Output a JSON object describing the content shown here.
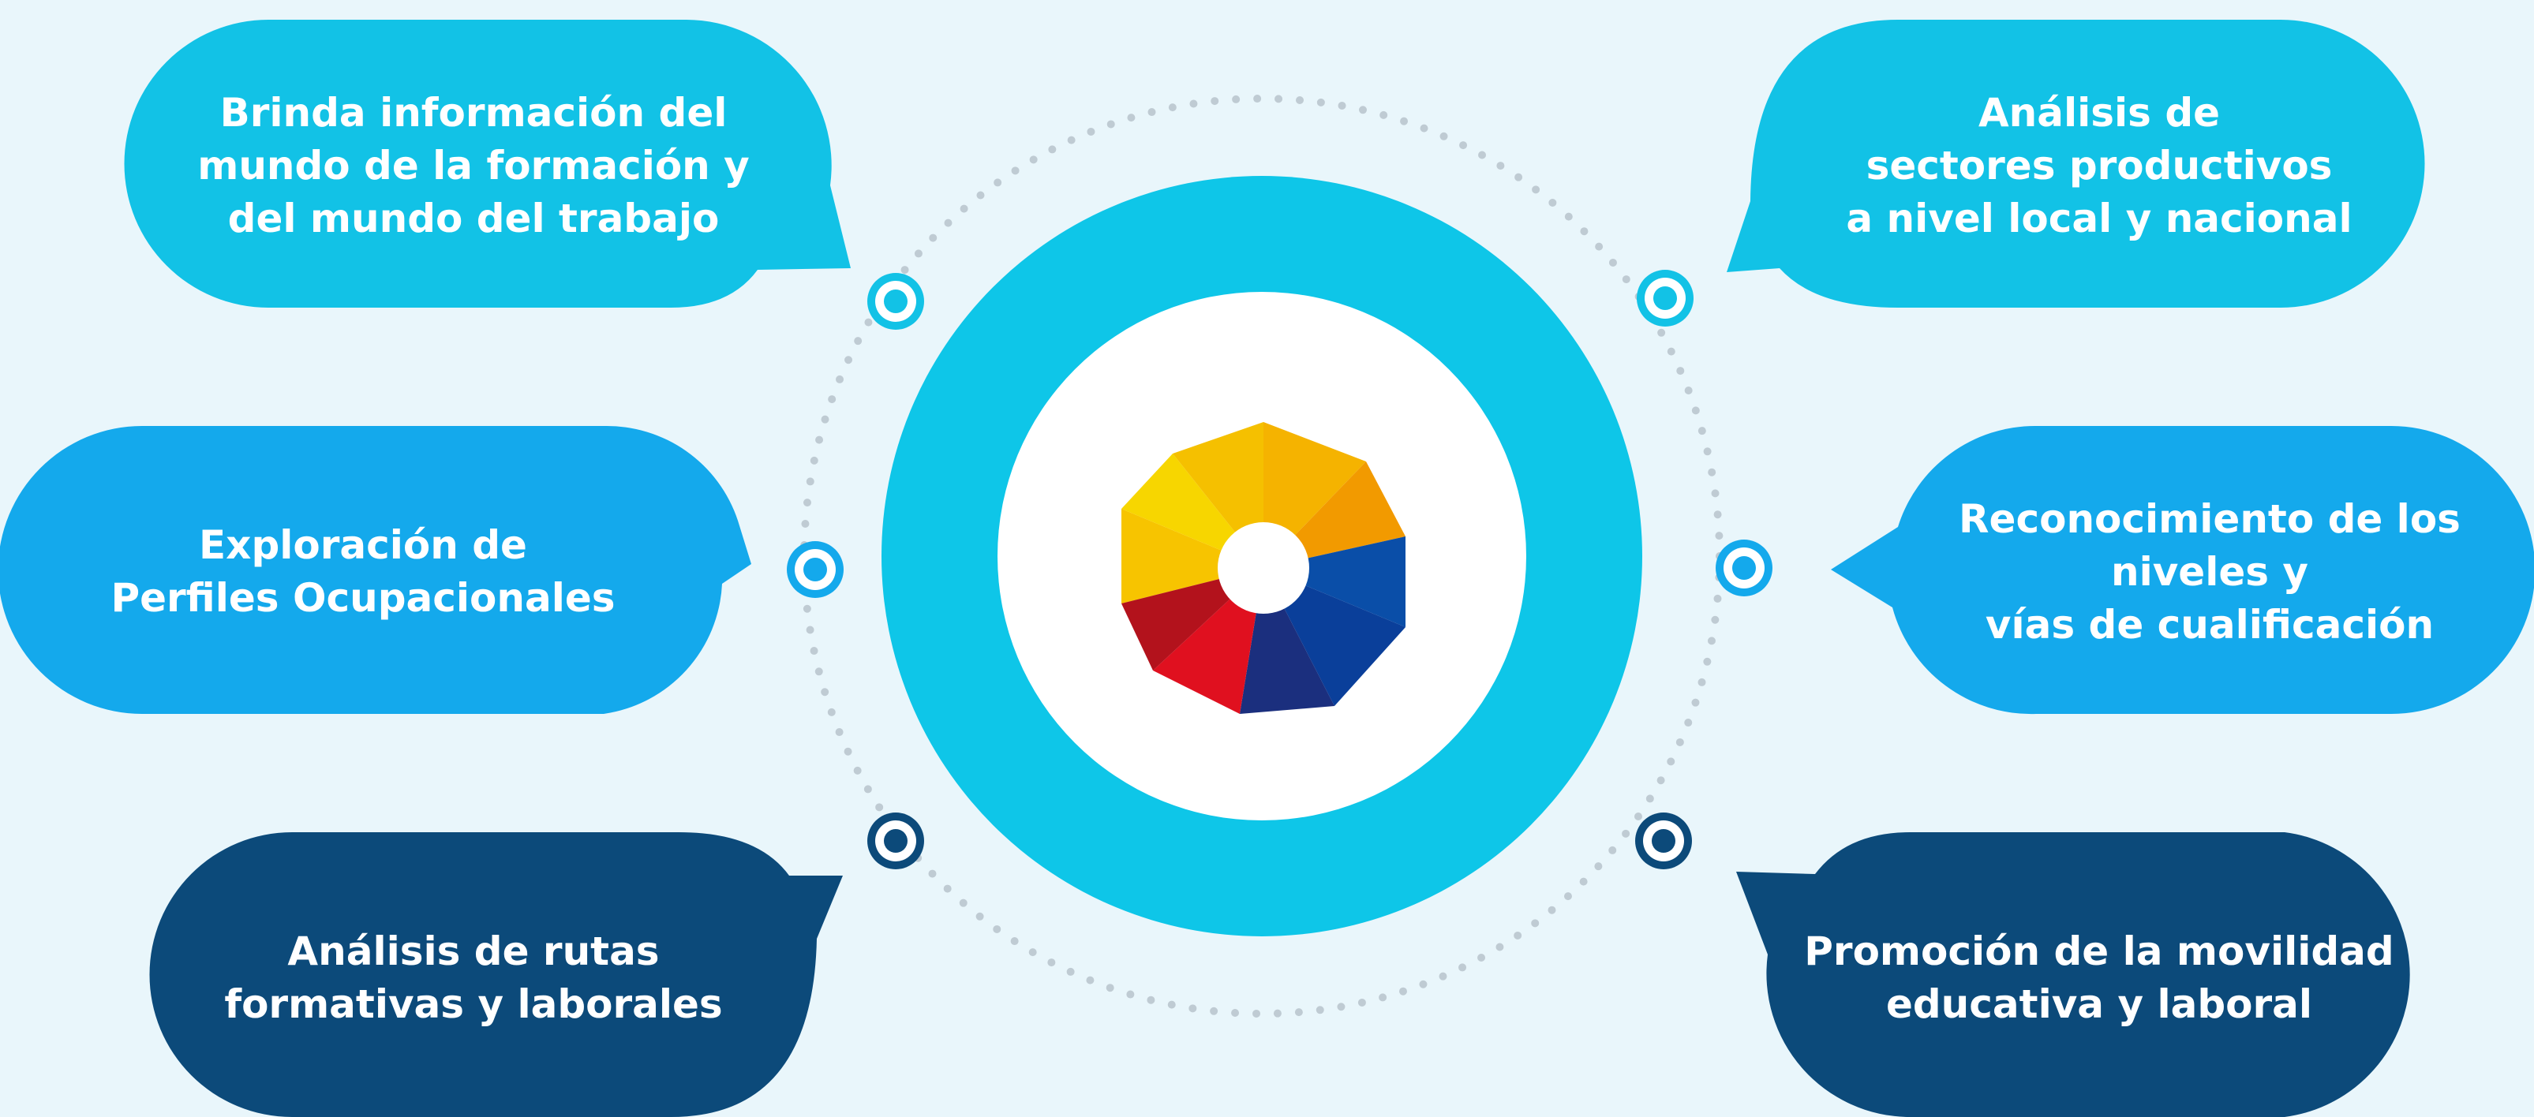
{
  "colors": {
    "background": "#e9f6fb",
    "top_bubble": "#12c2e6",
    "mid_bubble": "#14a9ec",
    "bottom_bubble": "#0c4a7a",
    "ring": "#0ec6e8",
    "center": "#ffffff",
    "dotted_orbit": "#bfcbd3"
  },
  "center": {
    "logo_icon": "octagon-aperture-logo",
    "logo_colors": [
      "#f7c400",
      "#f5b300",
      "#f29a00",
      "#0a3f9a",
      "#1b2f7e",
      "#d6101f",
      "#b3121c",
      "#f7d600"
    ]
  },
  "bubbles": {
    "top_left": {
      "lines": [
        "Brinda información del",
        "mundo de la formación y",
        "del mundo del trabajo"
      ],
      "marker_icon": "target-dot-icon"
    },
    "top_right": {
      "lines": [
        "Análisis de",
        "sectores productivos",
        "a nivel local y nacional"
      ],
      "marker_icon": "target-dot-icon"
    },
    "mid_left": {
      "lines": [
        "Exploración de",
        "Perfiles Ocupacionales"
      ],
      "marker_icon": "target-dot-icon"
    },
    "mid_right": {
      "lines": [
        "Reconocimiento de los",
        "niveles y",
        "vías de cualificación"
      ],
      "marker_icon": "target-dot-icon"
    },
    "bottom_left": {
      "lines": [
        "Análisis de rutas",
        "formativas y laborales"
      ],
      "marker_icon": "target-dot-icon"
    },
    "bottom_right": {
      "lines": [
        "Promoción de la movilidad",
        "educativa y laboral"
      ],
      "marker_icon": "target-dot-icon"
    }
  }
}
